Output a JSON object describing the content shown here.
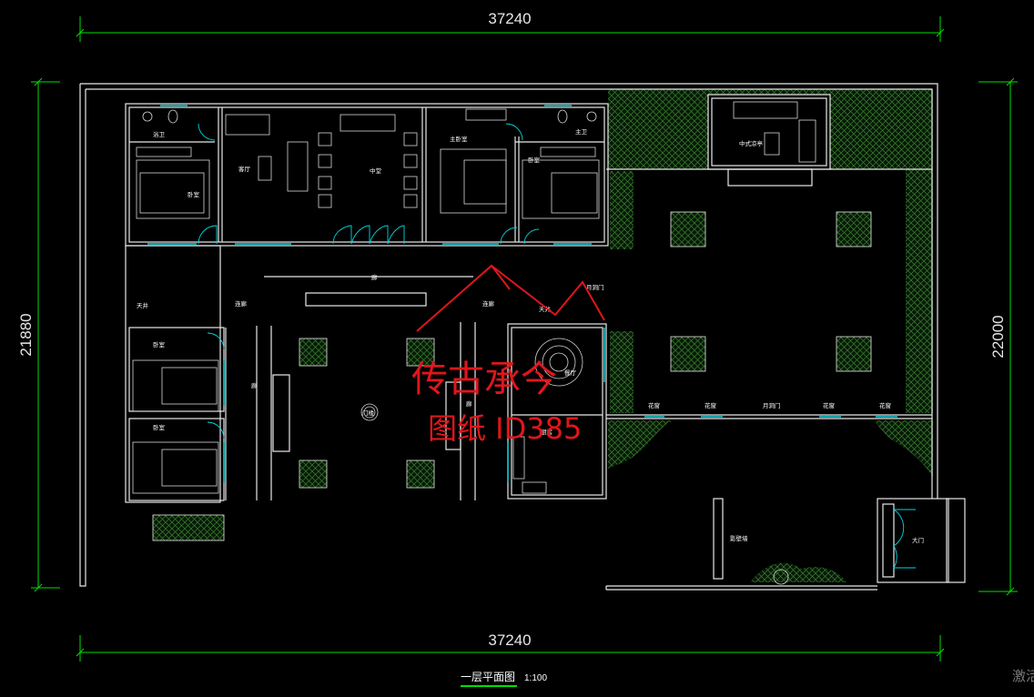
{
  "dimensions": {
    "top_width": "37240",
    "bottom_width": "37240",
    "left_height": "21880",
    "right_height": "22000"
  },
  "rooms": {
    "bath_left": "浴卫",
    "bath_right": "主卫",
    "bedroom_1": "卧室",
    "bedroom_2": "卧室",
    "bedroom_3": "卧室",
    "bedroom_4": "卧室",
    "master_bedroom": "主卧室",
    "guest_hall": "客厅",
    "central_hall": "中堂",
    "courtyard_left": "天井",
    "courtyard_right": "天井",
    "veranda_left": "连廊",
    "veranda_right": "连廊",
    "corridor_top": "廊",
    "corridor_left": "廊",
    "corridor_right": "廊",
    "hall_gate": "门楼",
    "dining": "餐厅",
    "kitchen": "厨房",
    "moon_gate_top": "月洞门",
    "moon_gate_bottom": "月洞门",
    "flower_window_1": "花窗",
    "flower_window_2": "花窗",
    "flower_window_3": "花窗",
    "flower_window_4": "花窗",
    "pavilion": "中式凉亭",
    "screen_wall": "影壁墙",
    "main_gate": "大门"
  },
  "watermark": {
    "line1": "传古承今",
    "line2": "图纸 ID385"
  },
  "title": {
    "name": "一层平面图",
    "scale": "1:100"
  },
  "corner_text": "激活"
}
